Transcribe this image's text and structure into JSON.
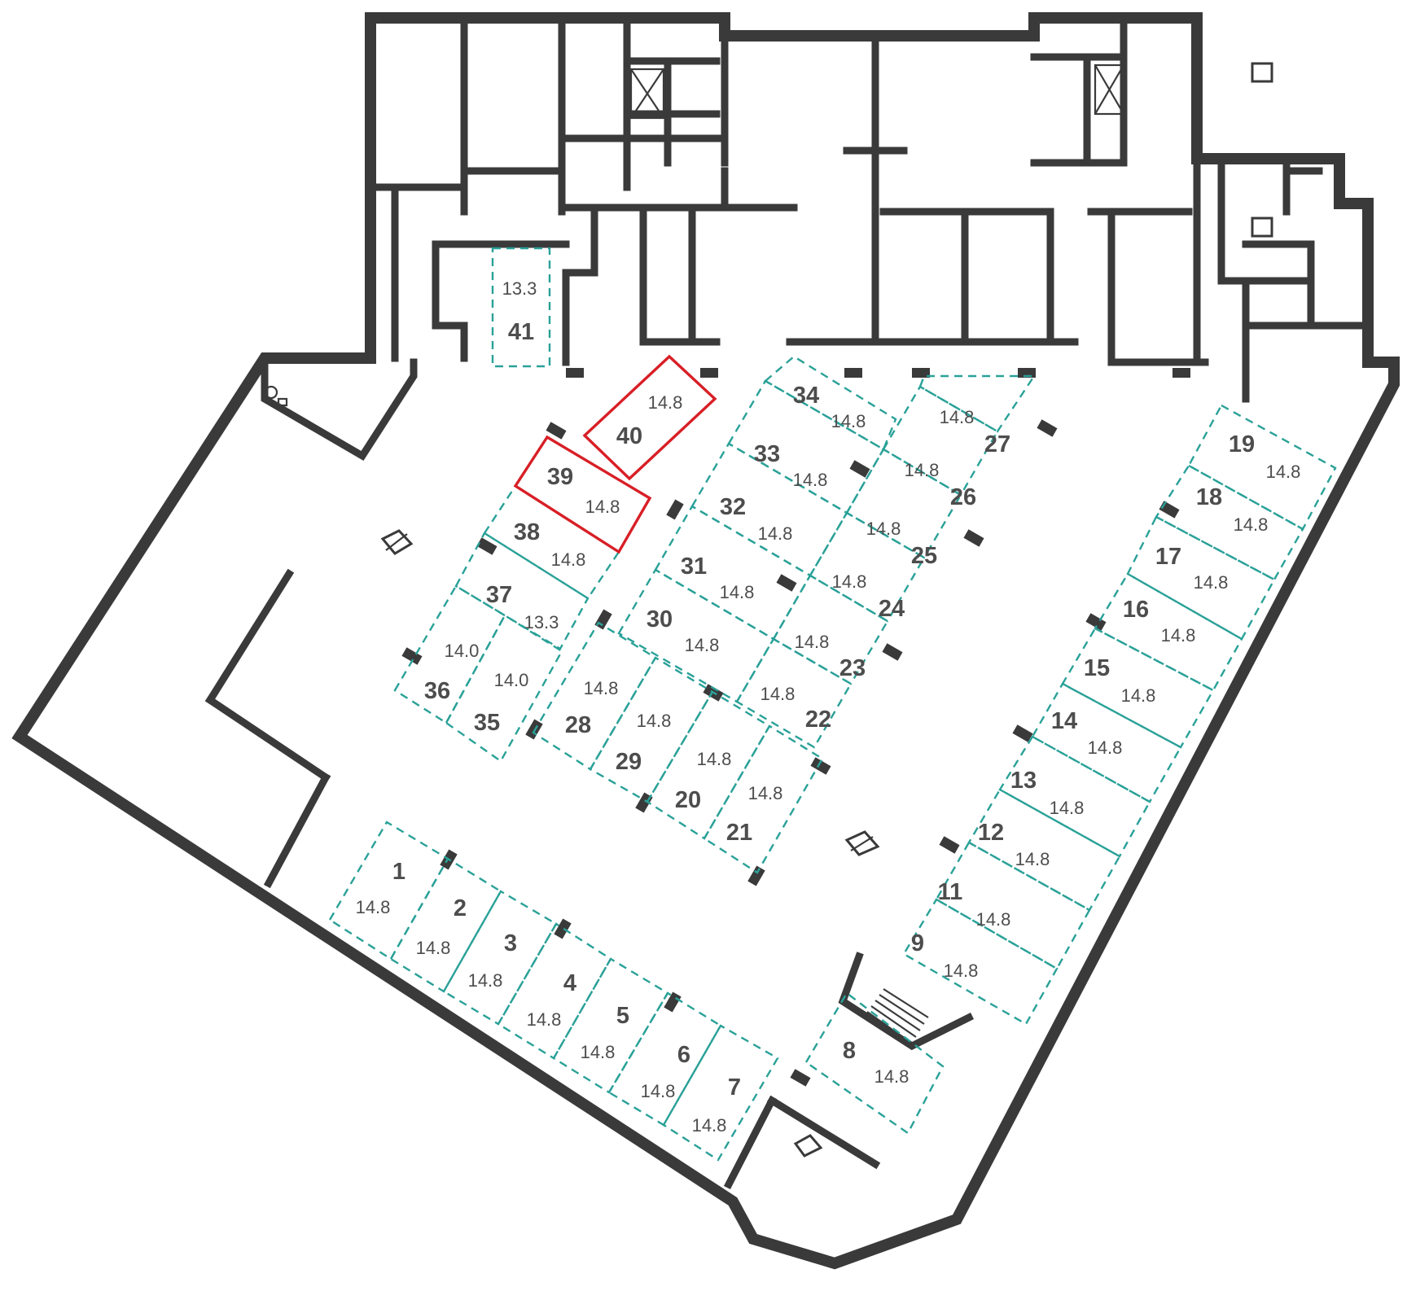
{
  "colors": {
    "wall": "#3a3a3a",
    "spot_outline": "#2aa198",
    "spot_selected": "#d81f26",
    "label_text": "#4d4d4d",
    "background": "#ffffff"
  },
  "icons": [
    "ventilation-shaft-icon",
    "elevator-icon",
    "staircase-icon",
    "toilet-icon"
  ],
  "selected_spots": [
    "39",
    "40"
  ],
  "spots": [
    {
      "number": "1",
      "area": "14.8"
    },
    {
      "number": "2",
      "area": "14.8"
    },
    {
      "number": "3",
      "area": "14.8"
    },
    {
      "number": "4",
      "area": "14.8"
    },
    {
      "number": "5",
      "area": "14.8"
    },
    {
      "number": "6",
      "area": "14.8"
    },
    {
      "number": "7",
      "area": "14.8"
    },
    {
      "number": "8",
      "area": "14.8"
    },
    {
      "number": "9",
      "area": "14.8"
    },
    {
      "number": "11",
      "area": "14.8"
    },
    {
      "number": "12",
      "area": "14.8"
    },
    {
      "number": "13",
      "area": "14.8"
    },
    {
      "number": "14",
      "area": "14.8"
    },
    {
      "number": "15",
      "area": "14.8"
    },
    {
      "number": "16",
      "area": "14.8"
    },
    {
      "number": "17",
      "area": "14.8"
    },
    {
      "number": "18",
      "area": "14.8"
    },
    {
      "number": "19",
      "area": "14.8"
    },
    {
      "number": "20",
      "area": "14.8"
    },
    {
      "number": "21",
      "area": "14.8"
    },
    {
      "number": "22",
      "area": "14.8"
    },
    {
      "number": "23",
      "area": "14.8"
    },
    {
      "number": "24",
      "area": "14.8"
    },
    {
      "number": "25",
      "area": "14.8"
    },
    {
      "number": "26",
      "area": "14.8"
    },
    {
      "number": "27",
      "area": "14.8"
    },
    {
      "number": "28",
      "area": "14.8"
    },
    {
      "number": "29",
      "area": "14.8"
    },
    {
      "number": "30",
      "area": "14.8"
    },
    {
      "number": "31",
      "area": "14.8"
    },
    {
      "number": "32",
      "area": "14.8"
    },
    {
      "number": "33",
      "area": "14.8"
    },
    {
      "number": "34",
      "area": "14.8"
    },
    {
      "number": "35",
      "area": "14.0"
    },
    {
      "number": "36",
      "area": "14.0"
    },
    {
      "number": "37",
      "area": "13.3"
    },
    {
      "number": "38",
      "area": "14.8"
    },
    {
      "number": "39",
      "area": "14.8"
    },
    {
      "number": "40",
      "area": "14.8"
    },
    {
      "number": "41",
      "area": "13.3"
    }
  ]
}
